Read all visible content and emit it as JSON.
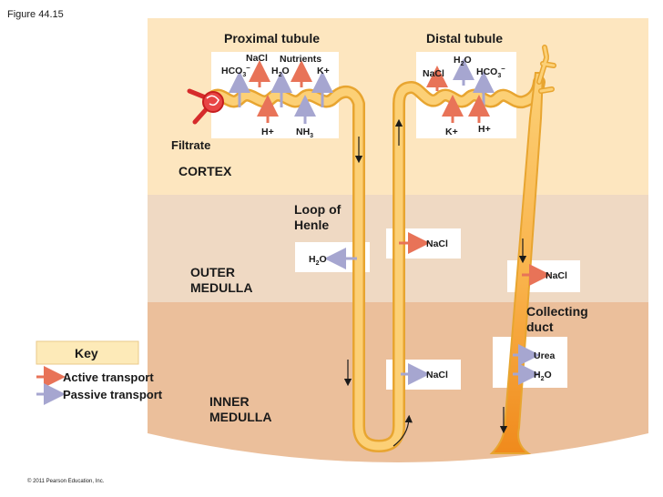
{
  "figure_label": "Figure 44.15",
  "regions": {
    "cortex": "CORTEX",
    "outer_medulla": [
      "OUTER",
      "MEDULLA"
    ],
    "inner_medulla": [
      "INNER",
      "MEDULLA"
    ]
  },
  "structures": {
    "proximal_tubule": "Proximal tubule",
    "distal_tubule": "Distal tubule",
    "loop_of_henle": [
      "Loop of",
      "Henle"
    ],
    "collecting_duct": [
      "Collecting",
      "duct"
    ],
    "filtrate": "Filtrate"
  },
  "proximal_box": {
    "out_labels": {
      "hco3": "HCO",
      "hco3_sub": "3",
      "hco3_sup": "–",
      "nacl": "NaCl",
      "h2o_a": "H",
      "h2o_sub": "2",
      "h2o_b": "O",
      "nutrients": "Nutrients",
      "k": "K+"
    },
    "in_labels": {
      "h": "H+",
      "nh3_a": "NH",
      "nh3_sub": "3"
    }
  },
  "distal_box": {
    "out_labels": {
      "h2o_a": "H",
      "h2o_sub": "2",
      "h2o_b": "O",
      "nacl": "NaCl",
      "hco3": "HCO",
      "hco3_sub": "3",
      "hco3_sup": "–"
    },
    "in_labels": {
      "k": "K+",
      "h": "H+"
    }
  },
  "loop_boxes": {
    "h2o_a": "H",
    "h2o_sub": "2",
    "h2o_b": "O",
    "nacl_outer": "NaCl",
    "nacl_inner": "NaCl"
  },
  "duct_boxes": {
    "nacl": "NaCl",
    "urea": "Urea",
    "h2o_a": "H",
    "h2o_sub": "2",
    "h2o_b": "O"
  },
  "key": {
    "title": "Key",
    "active": "Active transport",
    "passive": "Passive transport"
  },
  "copyright": "© 2011 Pearson Education, Inc.",
  "colors": {
    "cortex": "#fde6bf",
    "outer_medulla": "#efd9c3",
    "inner_medulla": "#ebbf9b",
    "tubule": "#fcd076",
    "tubule_edge": "#e8a530",
    "active": "#e87358",
    "passive": "#a6a6d0",
    "key_box": "#fdeab8"
  }
}
